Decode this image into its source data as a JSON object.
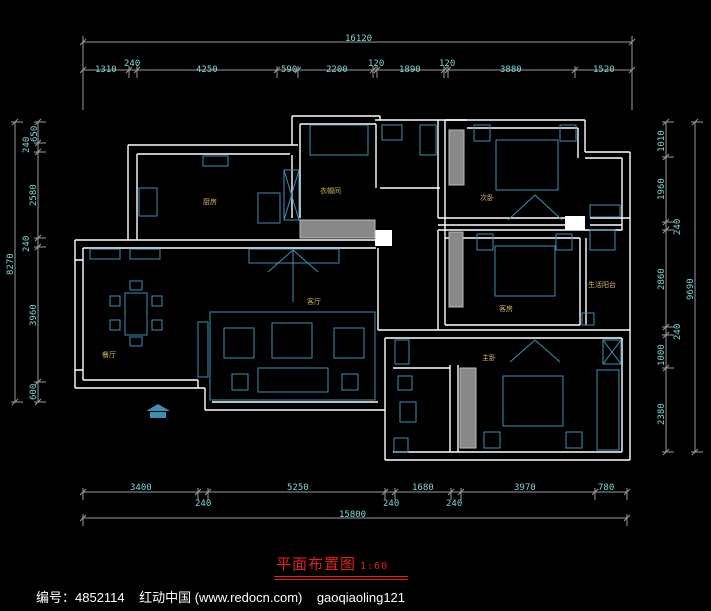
{
  "drawing": {
    "title": "平面布置图",
    "scale": "1:60",
    "rooms": {
      "kitchen": "厨房",
      "cloakroom": "衣帽间",
      "living_room": "客厅",
      "dining_room": "餐厅",
      "second_bedroom": "次卧",
      "guest_room": "客房",
      "utility_balcony": "生活阳台",
      "master_bedroom": "主卧"
    },
    "top_dimensions": {
      "total": "16120",
      "segments": [
        "1310",
        "240",
        "4250",
        "590",
        "2200",
        "120",
        "1890",
        "120",
        "3880",
        "1520"
      ]
    },
    "bottom_dimensions": {
      "total": "15800",
      "segments": [
        "3400",
        "240",
        "5250",
        "240",
        "1680",
        "240",
        "3970",
        "780"
      ]
    },
    "left_dimensions": {
      "total": "8270",
      "segments": [
        "650",
        "240",
        "2580",
        "240",
        "3960",
        "600"
      ]
    },
    "right_dimensions": {
      "total": "9690",
      "segments": [
        "1010",
        "1960",
        "240",
        "2860",
        "240",
        "1000",
        "2380"
      ]
    }
  },
  "footer": {
    "id_label": "编号：4852114",
    "site": "红动中国 (www.redocn.com)",
    "author": "gaoqiaoling121"
  }
}
